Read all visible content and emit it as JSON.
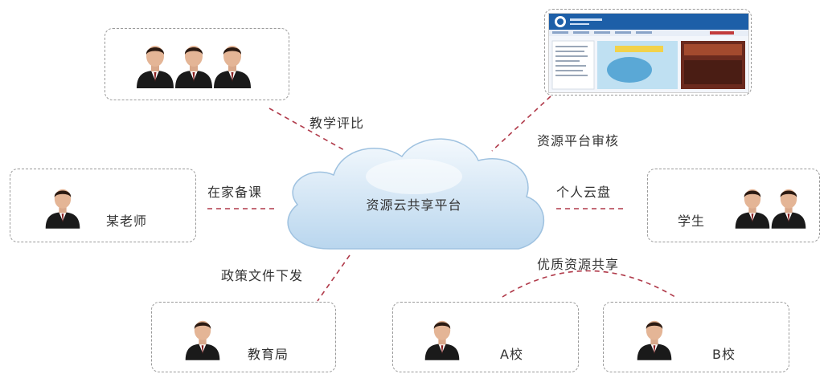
{
  "center": {
    "label": "资源云共享平台"
  },
  "edges": {
    "evaluation": "教学评比",
    "review": "资源平台审核",
    "prepare": "在家备课",
    "cloud_disk": "个人云盘",
    "policy": "政策文件下发",
    "share": "优质资源共享"
  },
  "nodes": {
    "teacher": "某老师",
    "student": "学生",
    "bureau": "教育局",
    "school_a": "A校",
    "school_b": "B校"
  },
  "colors": {
    "connector": "#b03a4a",
    "box_border": "#9a9a9a",
    "cloud_fill": "#dbeaf7",
    "suit": "#1a1a1a"
  }
}
